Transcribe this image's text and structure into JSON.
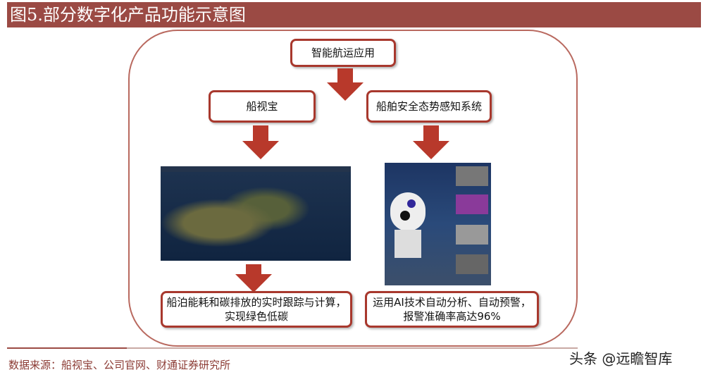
{
  "header": {
    "title": "图5.部分数字化产品功能示意图"
  },
  "diagram": {
    "top": "智能航运应用",
    "left": "船视宝",
    "right": "船舶安全态势感知系统",
    "left_result": [
      "船泊能耗和碳排放的实时跟踪与计算，",
      "实现绿色低碳"
    ],
    "right_result": [
      "运用AI技术自动分析、自动预警，",
      "报警准确率高达96%"
    ]
  },
  "colors": {
    "accent": "#9b4a44",
    "arrow": "#b8392b"
  },
  "footer": {
    "source": "数据来源：船视宝、公司官网、财通证券研究所",
    "watermark": "头条 @远瞻智库"
  }
}
